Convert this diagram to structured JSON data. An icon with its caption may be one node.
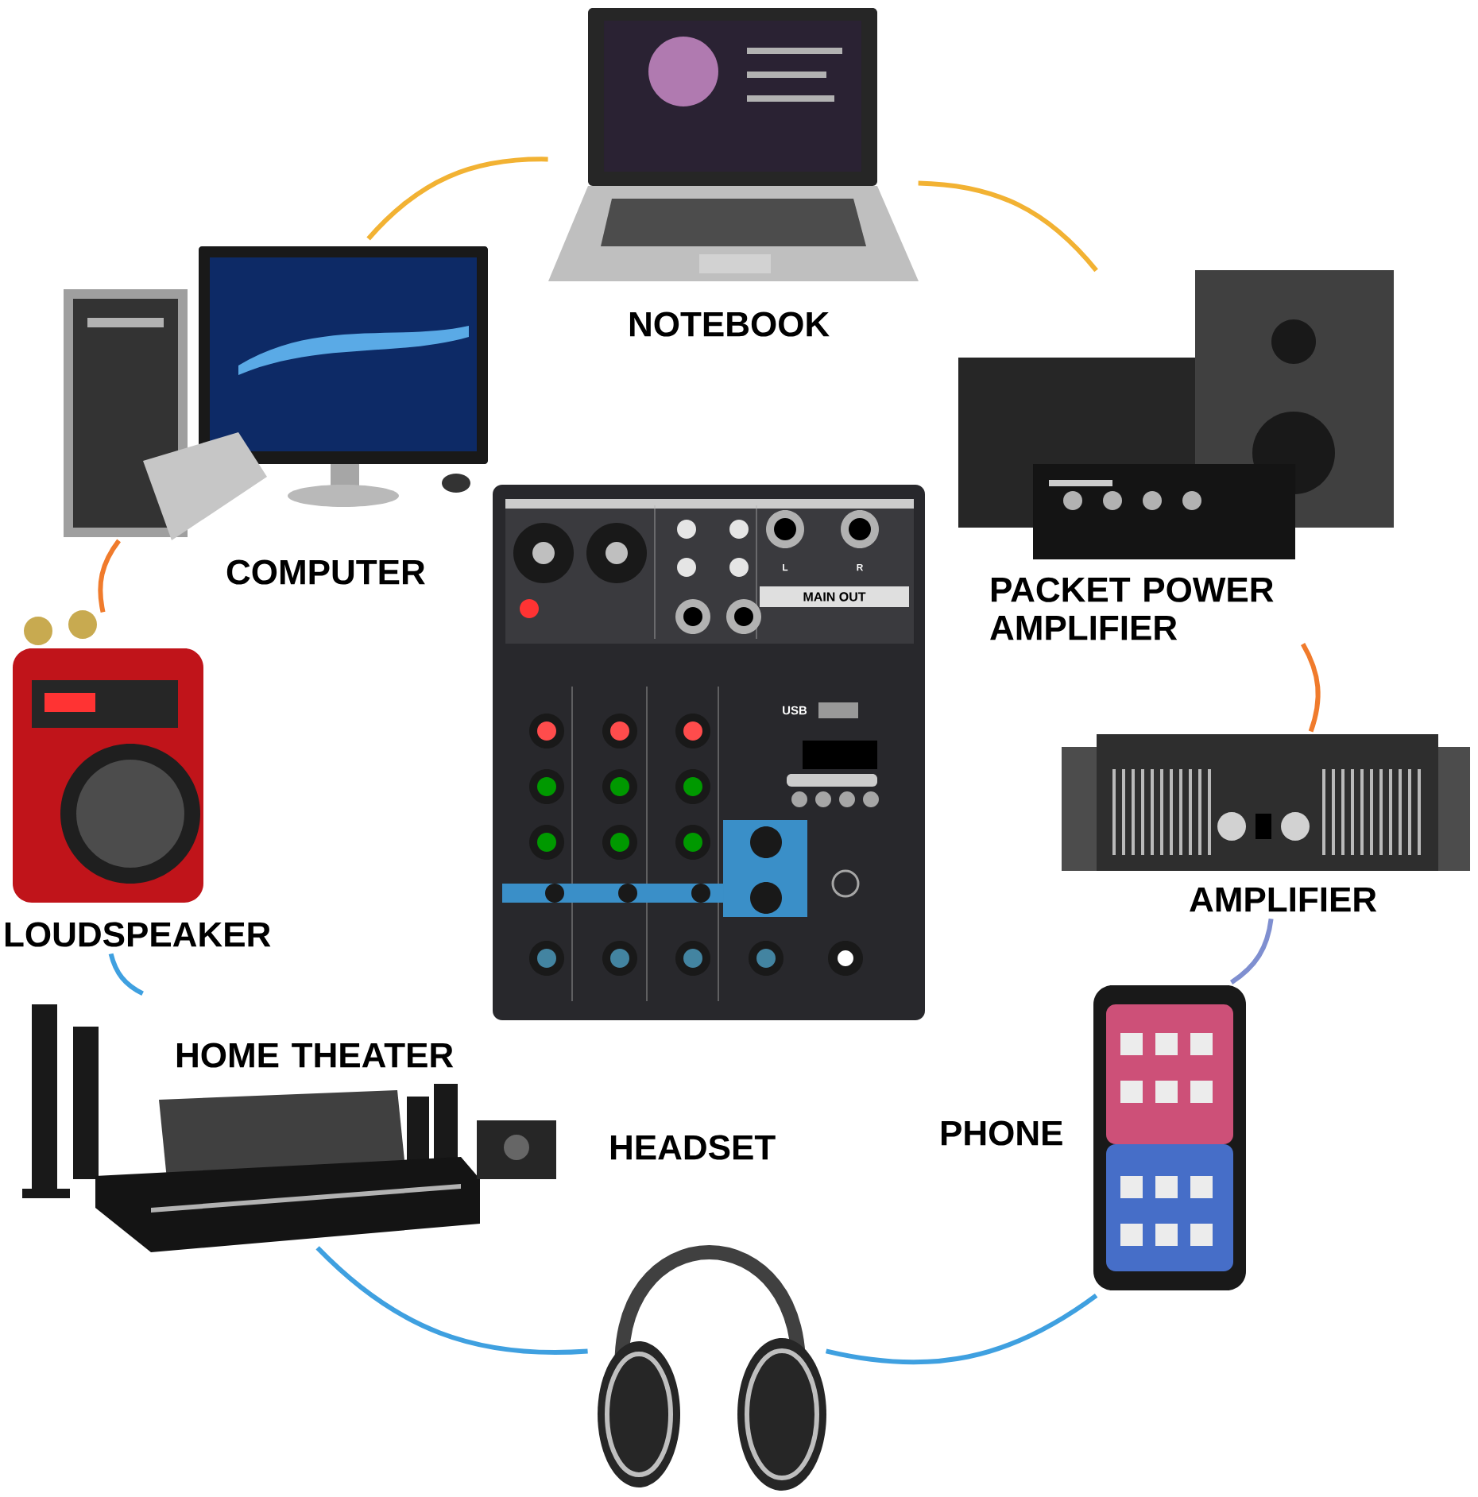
{
  "diagram": {
    "nodes": [
      {
        "text": [
          "NOTEBOOK"
        ]
      },
      {
        "text": [
          "COMPUTER"
        ]
      },
      {
        "text": [
          "PACKET POWER AMPLIFIER"
        ]
      },
      {
        "text": [
          "LOUDSPEAKER"
        ]
      },
      {
        "text": [
          "AMPLIFIER"
        ]
      },
      {
        "text": [
          "HOME THEATER"
        ]
      },
      {
        "text": [
          "PHONE"
        ]
      },
      {
        "text": [
          "HEADSET"
        ]
      }
    ],
    "edges": [
      {
        "from": 0,
        "to": 1,
        "arrow": "none",
        "color": "#f2b233"
      },
      {
        "from": 0,
        "to": 2,
        "arrow": "none",
        "color": "#f2b233"
      },
      {
        "from": 2,
        "to": 4,
        "arrow": "none",
        "color": "#f07b2c"
      },
      {
        "from": 4,
        "to": 6,
        "arrow": "none",
        "color": "#7f8fd0"
      },
      {
        "from": 6,
        "to": 7,
        "arrow": "none",
        "color": "#3fa0e0"
      },
      {
        "from": 7,
        "to": 5,
        "arrow": "none",
        "color": "#3fa0e0"
      },
      {
        "from": 5,
        "to": 3,
        "arrow": "none",
        "color": "#3fa0e0"
      },
      {
        "from": 3,
        "to": 1,
        "arrow": "none",
        "color": "#f07b2c"
      }
    ],
    "labels": [
      "MAIN OUT",
      "L",
      "R",
      "USB"
    ]
  }
}
